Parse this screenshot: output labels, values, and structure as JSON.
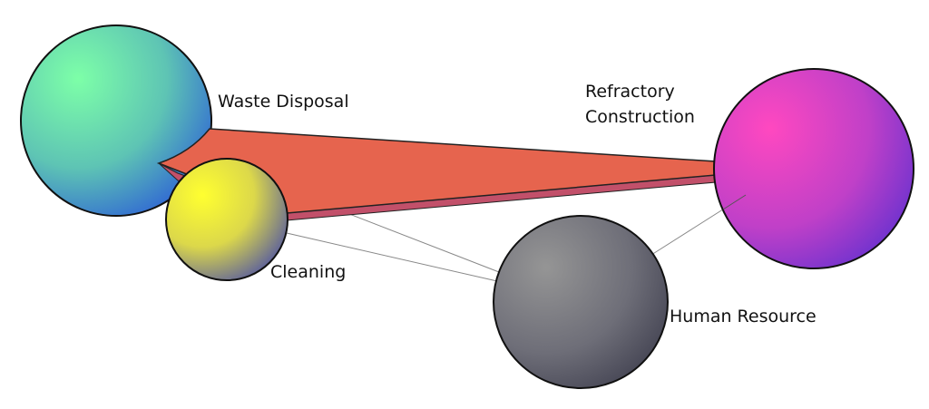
{
  "diagram": {
    "type": "network-3d",
    "nodes": [
      {
        "id": "waste",
        "label": "Waste Disposal",
        "color_light": "#7dffa8",
        "color_dark": "#2c5fd6"
      },
      {
        "id": "cleaning",
        "label": "Cleaning",
        "color_light": "#ffff30",
        "color_dark": "#4a4fa8"
      },
      {
        "id": "refractory",
        "label_lines": [
          "Refractory",
          "Construction"
        ],
        "color_light": "#ff48c0",
        "color_dark": "#5a2fd0"
      },
      {
        "id": "hr",
        "label": "Human Resource",
        "color_light": "#959595",
        "color_dark": "#3a3a4a"
      }
    ],
    "edges": [
      {
        "from": "waste",
        "to": "refractory",
        "style": "thick-ribbon",
        "color": "#e6644e",
        "edge_color": "#c2506a"
      },
      {
        "from": "cleaning",
        "to": "hr",
        "style": "thin-line",
        "color": "#888888"
      },
      {
        "from": "waste",
        "to": "hr",
        "style": "thin-line",
        "color": "#888888"
      },
      {
        "from": "hr",
        "to": "refractory",
        "style": "thin-line",
        "color": "#888888"
      }
    ]
  }
}
